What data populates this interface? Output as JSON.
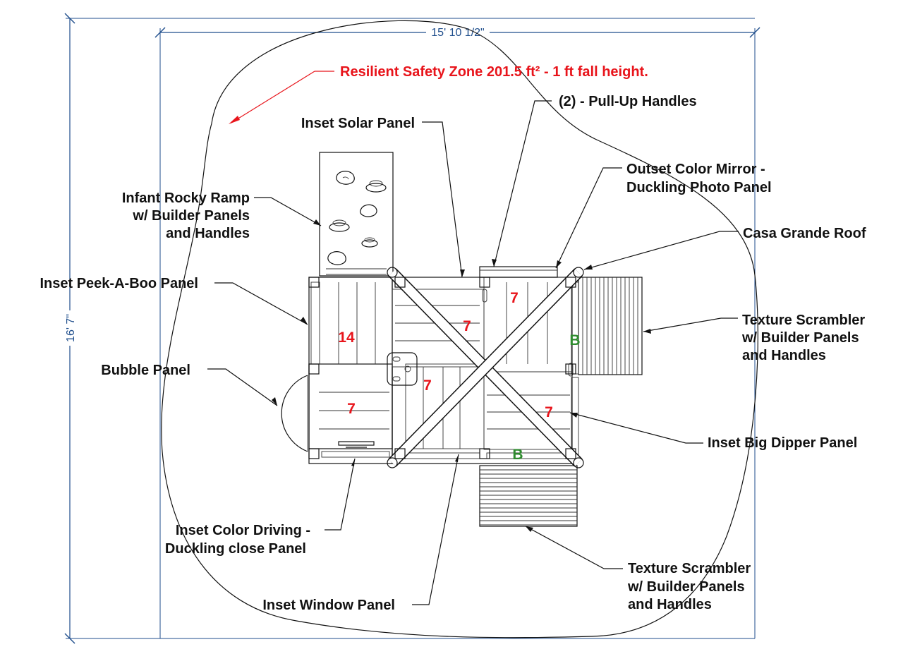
{
  "colors": {
    "dimension": "#1f4e8c",
    "callout": "#e8141b",
    "label": "#111111",
    "code_b": "#2e8b2e"
  },
  "dimensions": {
    "width": "15' 10 1/2\"",
    "height": "16' 7\""
  },
  "safety_zone": "Resilient Safety Zone 201.5 ft² - 1 ft fall height.",
  "labels": {
    "pull_up": "(2) - Pull-Up Handles",
    "solar": "Inset Solar Panel",
    "mirror": [
      "Outset Color Mirror -",
      "Duckling Photo Panel"
    ],
    "ramp": [
      "Infant Rocky Ramp",
      "w/ Builder Panels",
      "and Handles"
    ],
    "roof": "Casa Grande Roof",
    "peekaboo": "Inset Peek-A-Boo Panel",
    "scrambler_right": [
      "Texture Scrambler",
      "w/ Builder Panels",
      "and Handles"
    ],
    "bubble": "Bubble Panel",
    "big_dipper": "Inset Big Dipper Panel",
    "driving": [
      "Inset Color Driving -",
      "Duckling close Panel"
    ],
    "scrambler_bottom": [
      "Texture Scrambler",
      "w/ Builder Panels",
      "and Handles"
    ],
    "window": "Inset Window Panel"
  },
  "deck_heights": [
    "14",
    "7",
    "7",
    "7",
    "7",
    "7"
  ],
  "deck_codes": [
    "B",
    "B"
  ]
}
